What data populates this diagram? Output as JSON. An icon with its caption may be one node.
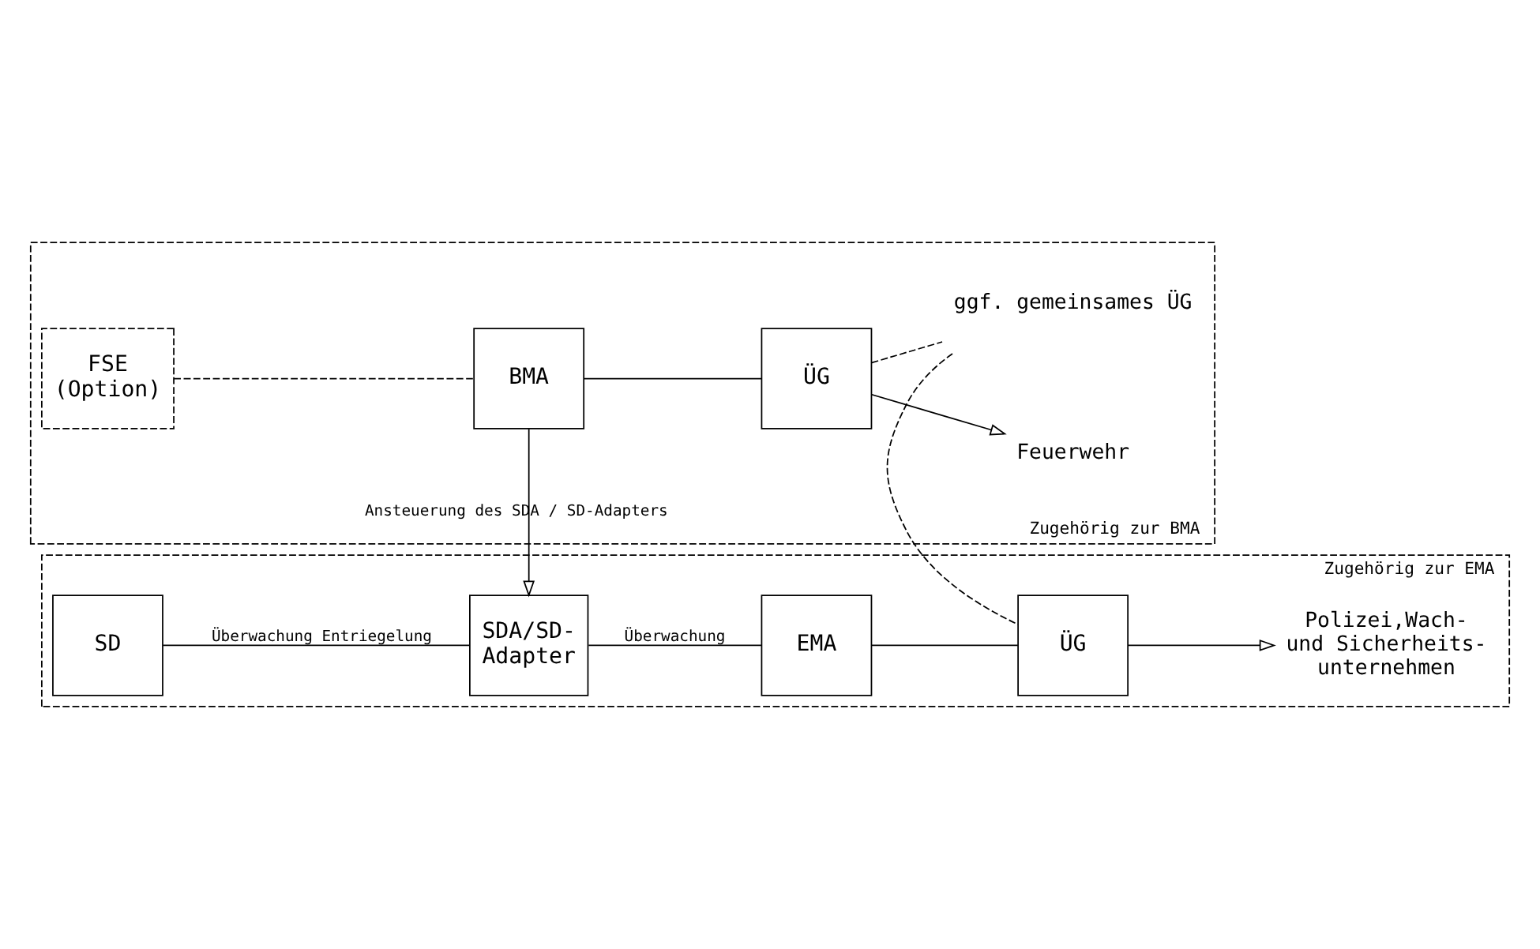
{
  "diagram": {
    "nodes": [
      {
        "text": [
          "Zugehörig zur EMA"
        ]
      },
      {
        "text": [
          "SD"
        ],
        "in": 0
      },
      {
        "text": [
          "SDA/SD- Adapter"
        ],
        "in": 0
      },
      {
        "text": [
          "EMA"
        ],
        "in": 0
      },
      {
        "text": [
          "ÜG"
        ],
        "in": 0
      },
      {
        "text": [
          "Polizei,Wach- und Sicherheits- unternehmen"
        ],
        "in": 0
      },
      {
        "text": [
          "Zugehörig zur BMA"
        ]
      },
      {
        "text": [
          "BMA"
        ],
        "in": 6
      },
      {
        "text": [
          "ÜG"
        ],
        "in": 6
      },
      {
        "text": [
          "Feuerwehr"
        ],
        "in": 6
      },
      {
        "text": [
          "FSE",
          "(Option)"
        ],
        "in": 6
      },
      {
        "text": [
          "ggf. gemeinsames ÜG"
        ],
        "in": 6
      }
    ],
    "edges": [
      {
        "from": 1,
        "to": 2,
        "arrow": "none",
        "label": "Überwachung Entriegelung"
      },
      {
        "from": 2,
        "to": 3,
        "arrow": "none",
        "label": "Überwachung"
      },
      {
        "from": 3,
        "to": 4,
        "arrow": "none"
      },
      {
        "from": 4,
        "to": 5,
        "arrow": "to"
      },
      {
        "from": 7,
        "to": 2,
        "arrow": "to",
        "label": "Ansteuerung des SDA / SD-Adapters"
      },
      {
        "from": 7,
        "to": 8,
        "arrow": "none"
      },
      {
        "from": 8,
        "to": 9,
        "arrow": "to"
      },
      {
        "from": 10,
        "to": 7,
        "arrow": "none",
        "style": "dashed"
      },
      {
        "from": 4,
        "to": 11,
        "arrow": "none",
        "style": "dashed"
      },
      {
        "from": 8,
        "to": 11,
        "arrow": "none",
        "style": "dashed"
      }
    ]
  }
}
